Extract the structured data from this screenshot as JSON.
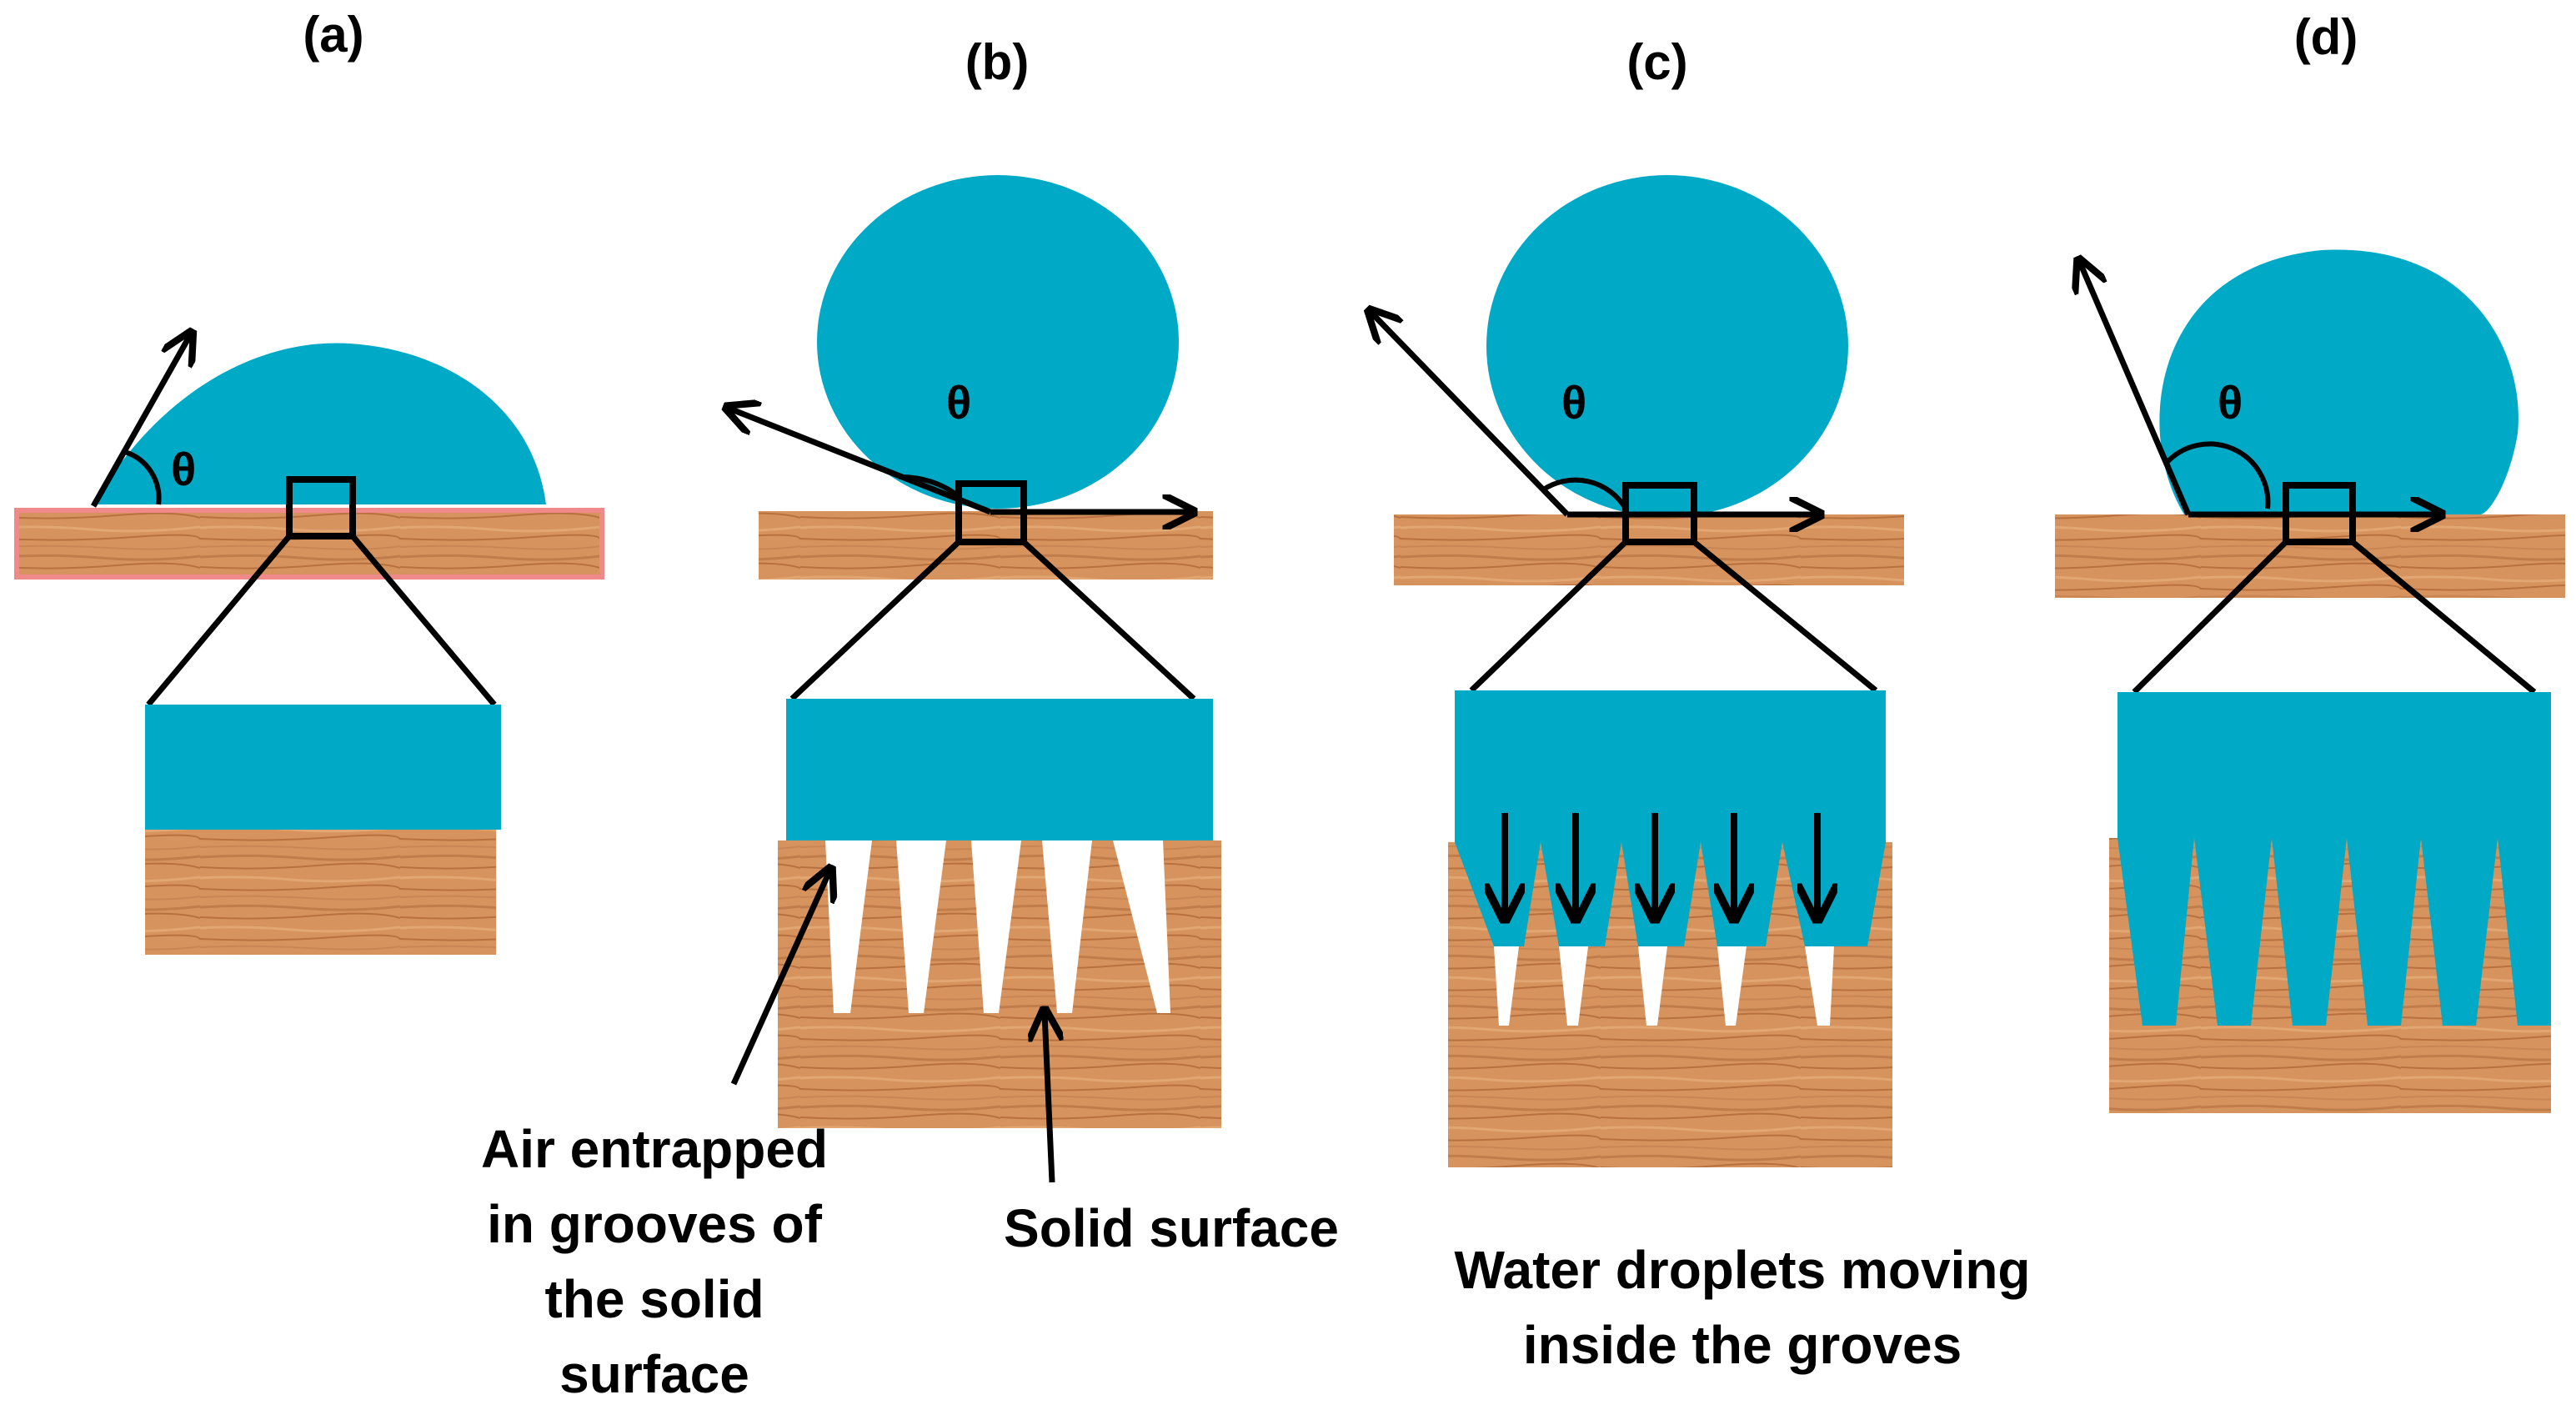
{
  "panels": [
    {
      "label": "(a)",
      "theta": "θ"
    },
    {
      "label": "(b)",
      "theta": "θ"
    },
    {
      "label": "(c)",
      "theta": "θ"
    },
    {
      "label": "(d)",
      "theta": "θ"
    }
  ],
  "captions": {
    "air_line1": "Air entrapped",
    "air_line2": "in grooves of",
    "air_line3": "the solid",
    "air_line4": "surface",
    "solid": "Solid surface",
    "water_line1": "Water droplets moving",
    "water_line2": "inside the groves"
  },
  "colors": {
    "water": "#00A9C6",
    "wood": "#D7935E",
    "wood_grain": "#B8703F",
    "panel_a_border": "#F08A8A",
    "line": "#000000"
  }
}
